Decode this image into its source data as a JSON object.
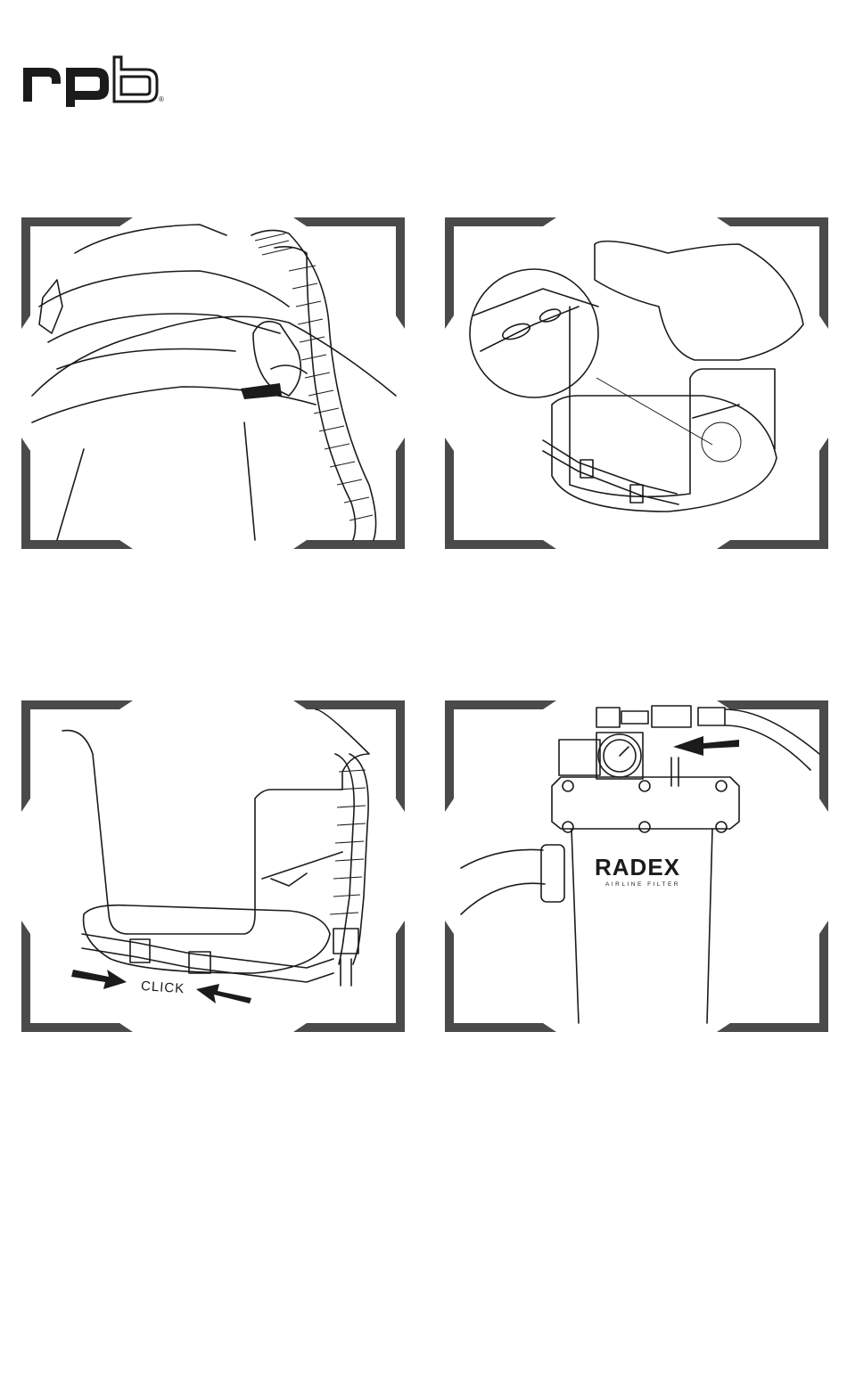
{
  "brand": {
    "logo_text": "rpb",
    "registered_mark": "®"
  },
  "panels": [
    {
      "id": "step-1",
      "labels": []
    },
    {
      "id": "step-2",
      "labels": []
    },
    {
      "id": "step-3",
      "labels": [
        "CLICK"
      ]
    },
    {
      "id": "step-4",
      "labels": [
        "RADEX",
        "AIRLINE FILTER"
      ]
    }
  ],
  "labels": {
    "click": "CLICK",
    "filter_brand": "RADEX",
    "filter_subtitle": "AIRLINE FILTER"
  },
  "colors": {
    "ink": "#1b1b1b",
    "frame": "#4a4a4a",
    "background": "#ffffff"
  },
  "icons": [
    "arrow-right-icon",
    "arrow-left-icon"
  ]
}
